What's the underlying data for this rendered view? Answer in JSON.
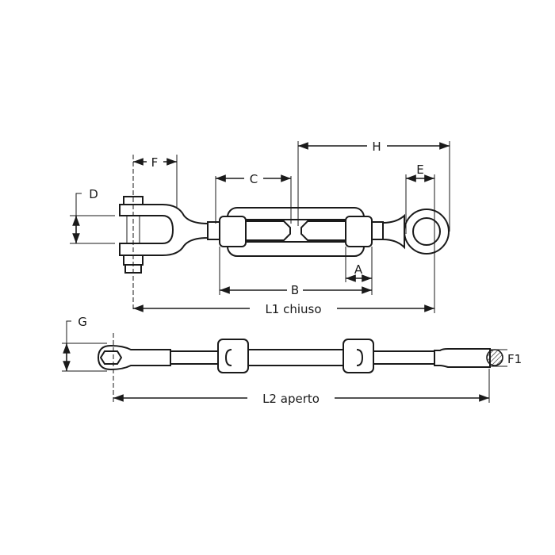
{
  "drawing": {
    "top_view": {
      "labels": {
        "D": "D",
        "F": "F",
        "C": "C",
        "H": "H",
        "E": "E",
        "A": "A",
        "B": "B",
        "L1": "L1 chiuso"
      }
    },
    "side_view": {
      "labels": {
        "G": "G",
        "F1": "F1",
        "L2": "L2 aperto"
      }
    },
    "line_color": "#1a1a1a"
  }
}
